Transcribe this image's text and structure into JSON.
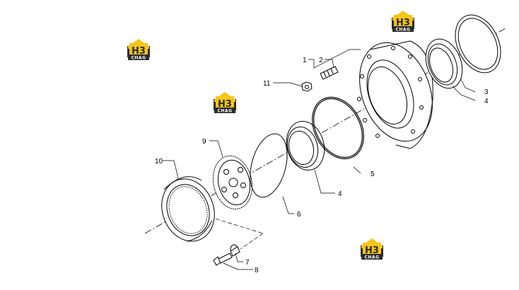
{
  "callouts": [
    "1",
    "2",
    "3",
    "4",
    "4",
    "5",
    "6",
    "7",
    "8",
    "9",
    "10",
    "11"
  ],
  "watermark": {
    "mark": "H3",
    "sub": "CHAG"
  },
  "colors": {
    "line": "#000000",
    "logo_yellow": "#F5C518",
    "logo_dark": "#2b2b2b"
  }
}
